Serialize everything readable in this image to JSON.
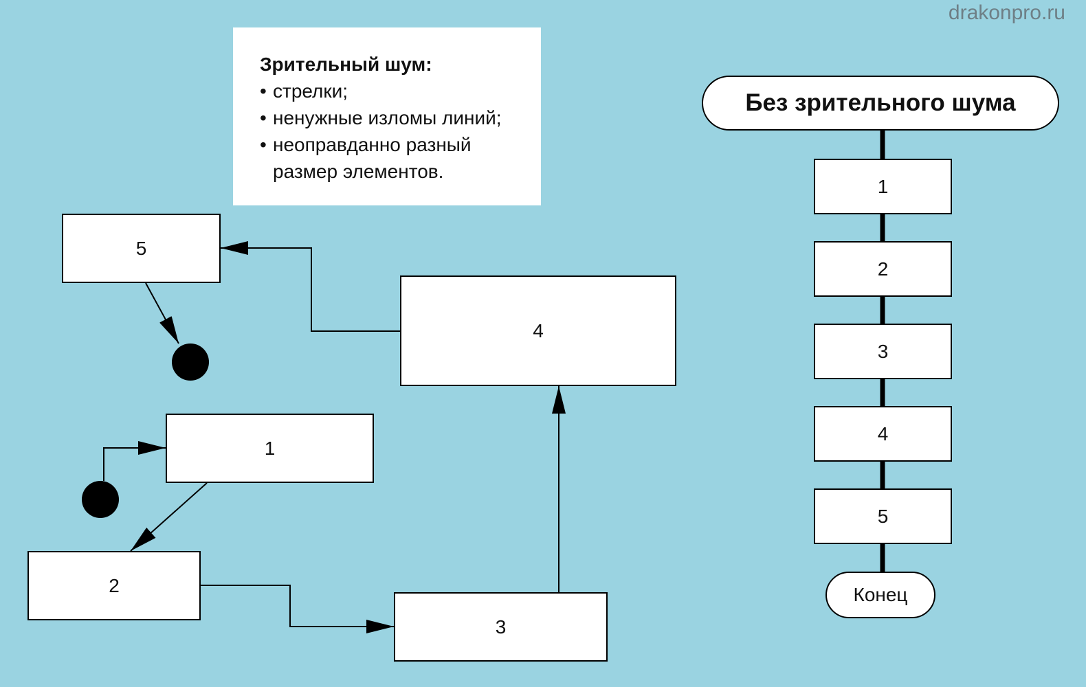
{
  "watermark": "drakonpro.ru",
  "note": {
    "heading": "Зрительный шум:",
    "items": [
      "стрелки;",
      "ненужные изломы линий;",
      "неоправданно разный размер элементов."
    ],
    "bullet": "•"
  },
  "noisy": {
    "box1": "1",
    "box2": "2",
    "box3": "3",
    "box4": "4",
    "box5": "5"
  },
  "clean": {
    "title": "Без зрительного шума",
    "steps": [
      "1",
      "2",
      "3",
      "4",
      "5"
    ],
    "end": "Конец"
  },
  "colors": {
    "background": "#9AD3E1",
    "box_fill": "#ffffff",
    "line": "#000000"
  }
}
